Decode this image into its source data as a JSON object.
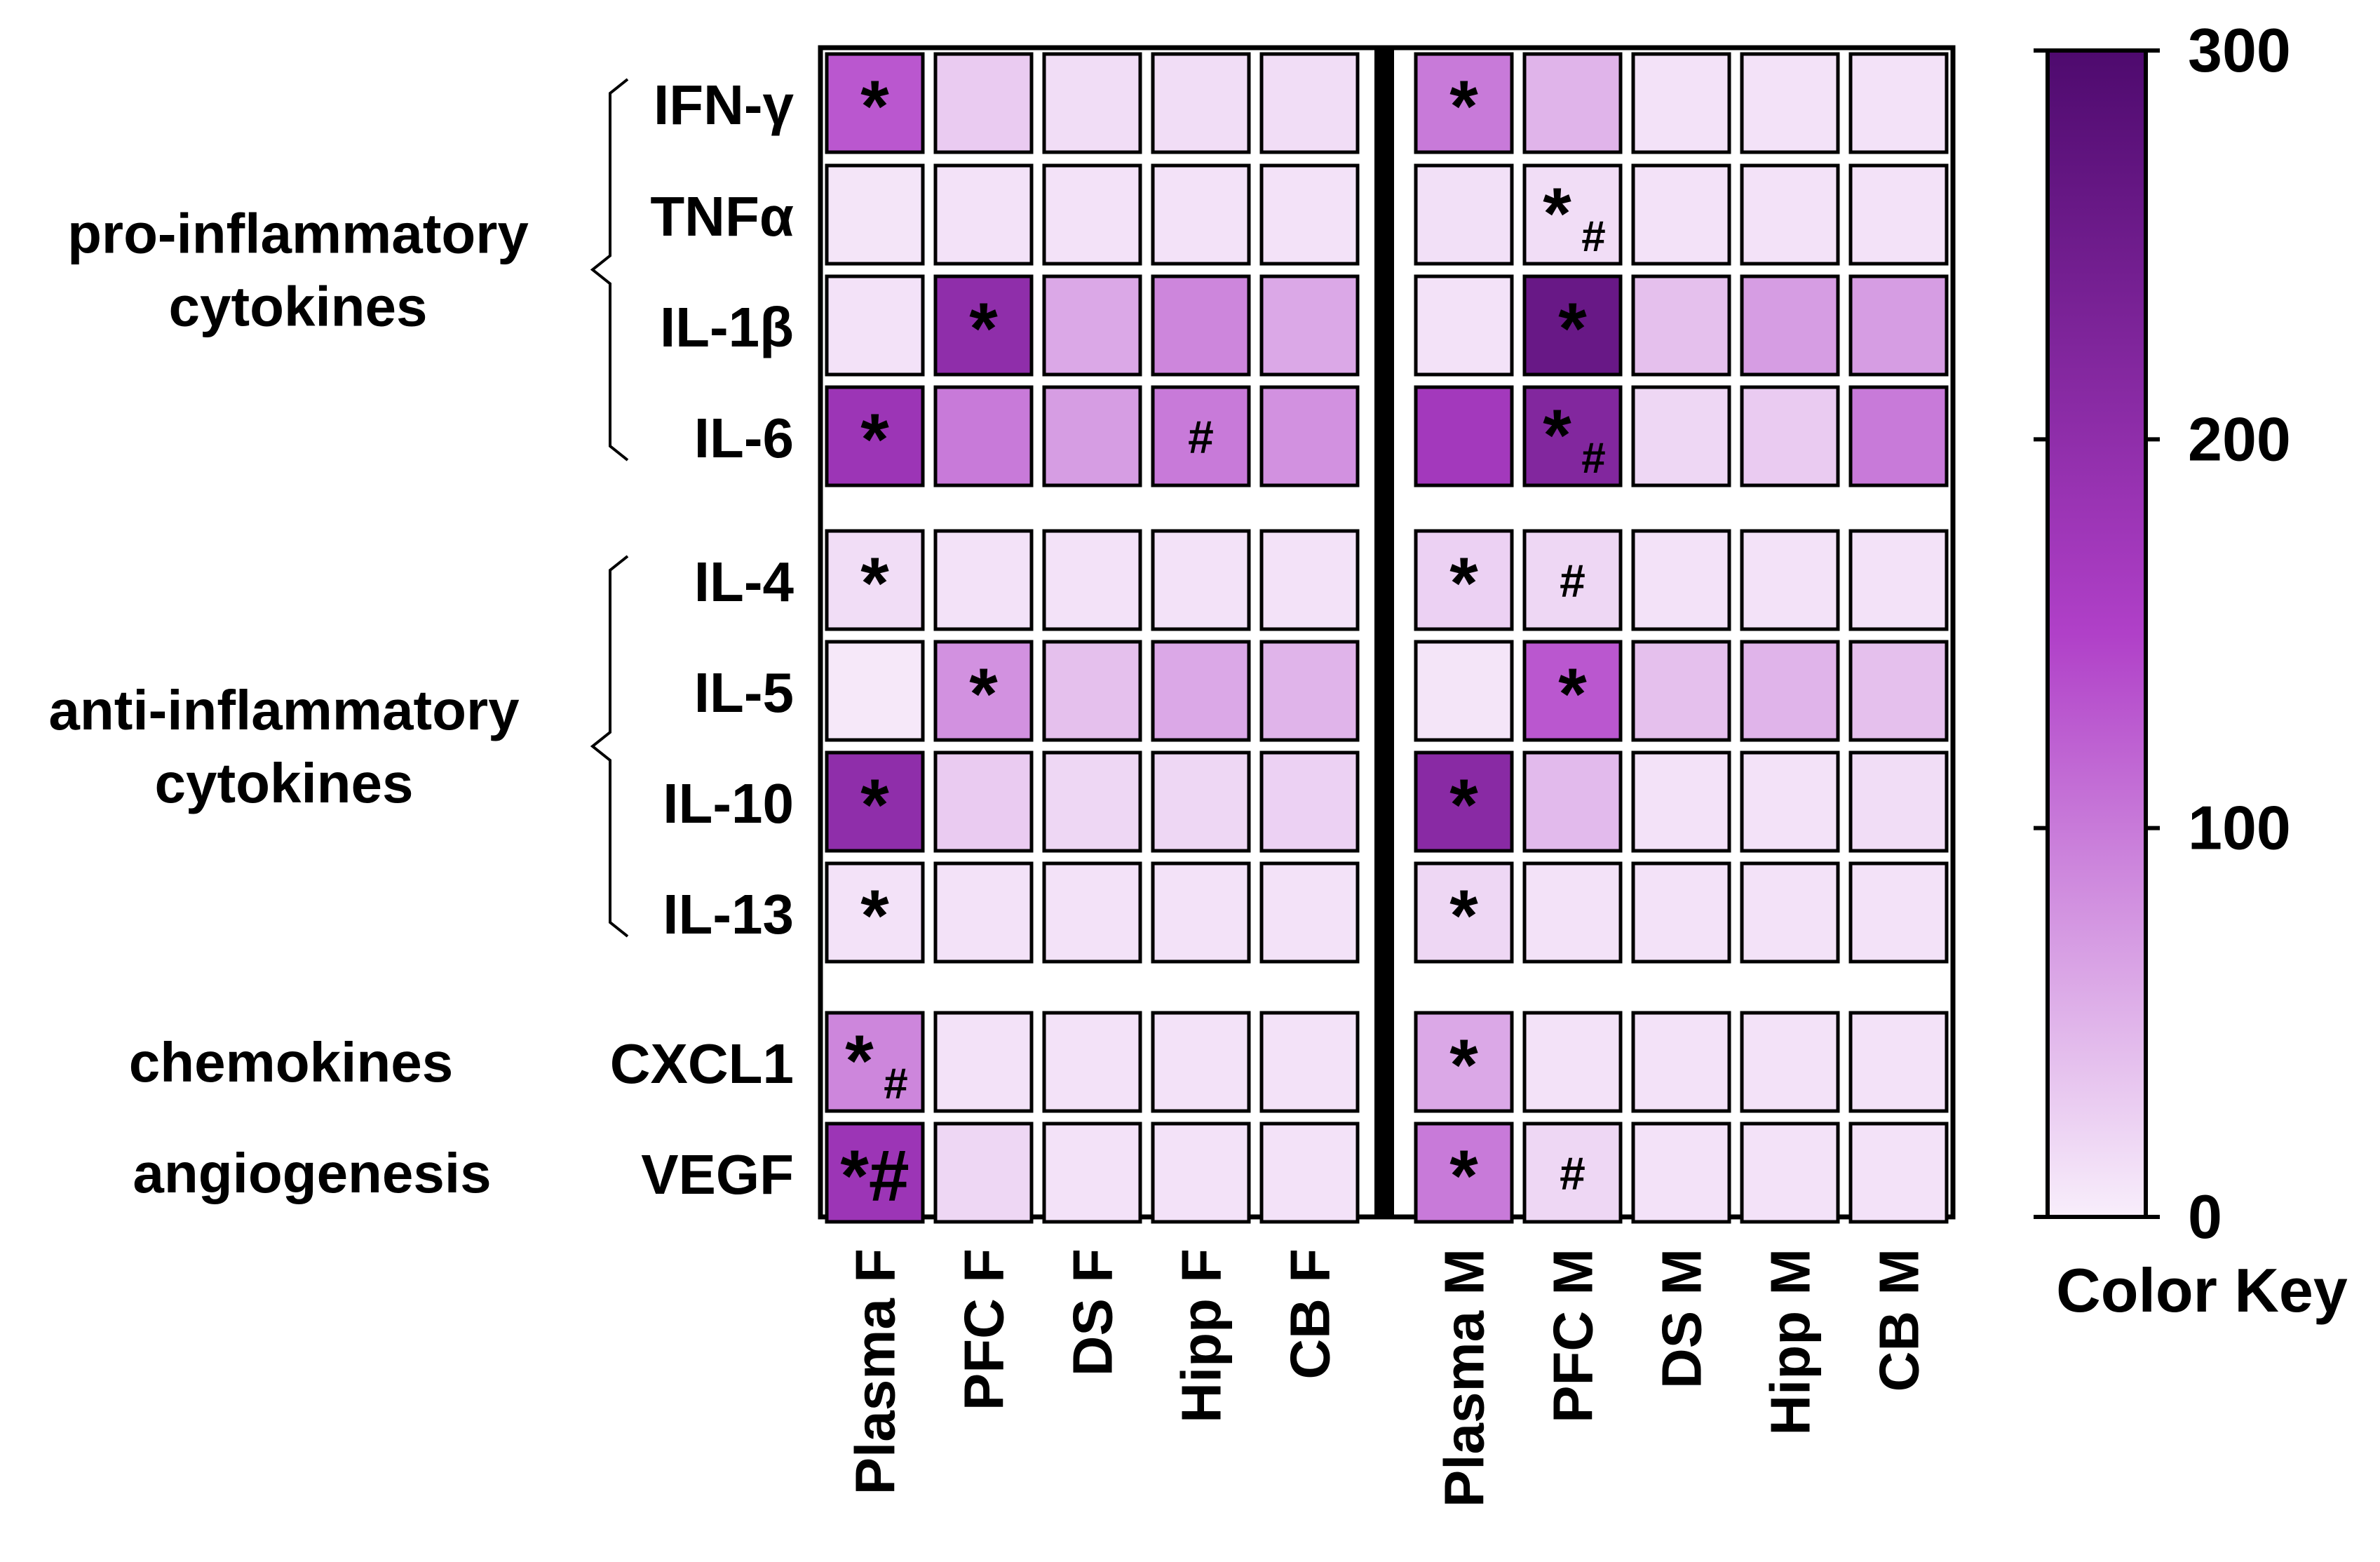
{
  "chart_data": {
    "type": "heatmap",
    "rows": [
      "IFN-γ",
      "TNFα",
      "IL-1β",
      "IL-6",
      "IL-4",
      "IL-5",
      "IL-10",
      "IL-13",
      "CXCL1",
      "VEGF"
    ],
    "columns": [
      "Plasma F",
      "PFC F",
      "DS F",
      "Hipp F",
      "CB F",
      "Plasma M",
      "PFC M",
      "DS M",
      "Hipp M",
      "CB M"
    ],
    "values": [
      [
        130,
        30,
        15,
        15,
        15,
        100,
        50,
        10,
        10,
        10
      ],
      [
        8,
        10,
        10,
        10,
        10,
        12,
        15,
        10,
        10,
        10
      ],
      [
        10,
        200,
        60,
        90,
        60,
        10,
        260,
        40,
        70,
        70
      ],
      [
        180,
        100,
        70,
        100,
        80,
        170,
        220,
        20,
        30,
        100
      ],
      [
        15,
        10,
        10,
        10,
        10,
        25,
        20,
        10,
        10,
        10
      ],
      [
        5,
        80,
        40,
        60,
        50,
        8,
        130,
        40,
        50,
        40
      ],
      [
        200,
        30,
        20,
        20,
        25,
        210,
        45,
        10,
        10,
        15
      ],
      [
        10,
        10,
        10,
        10,
        10,
        20,
        10,
        10,
        10,
        10
      ],
      [
        90,
        10,
        10,
        10,
        10,
        60,
        10,
        10,
        10,
        10
      ],
      [
        180,
        20,
        10,
        10,
        10,
        100,
        20,
        10,
        10,
        10
      ]
    ],
    "annotations": [
      {
        "row": 0,
        "col": 0,
        "text": "*",
        "color": "#ffffff"
      },
      {
        "row": 0,
        "col": 5,
        "text": "*",
        "color": "#ffffff"
      },
      {
        "row": 1,
        "col": 6,
        "text": "*",
        "sub": "#",
        "color": "#000000"
      },
      {
        "row": 2,
        "col": 1,
        "text": "*",
        "color": "#ffffff"
      },
      {
        "row": 2,
        "col": 6,
        "text": "*",
        "color": "#ffffff"
      },
      {
        "row": 3,
        "col": 0,
        "text": "*",
        "color": "#ffffff"
      },
      {
        "row": 3,
        "col": 3,
        "text": "#",
        "color": "#ffffff"
      },
      {
        "row": 3,
        "col": 6,
        "text": "*",
        "sub": "#",
        "color": "#ffffff"
      },
      {
        "row": 4,
        "col": 0,
        "text": "*",
        "color": "#000000"
      },
      {
        "row": 4,
        "col": 5,
        "text": "*",
        "color": "#000000"
      },
      {
        "row": 4,
        "col": 6,
        "text": "#",
        "color": "#000000"
      },
      {
        "row": 5,
        "col": 1,
        "text": "*",
        "color": "#000000"
      },
      {
        "row": 5,
        "col": 6,
        "text": "*",
        "color": "#ffffff"
      },
      {
        "row": 6,
        "col": 0,
        "text": "*",
        "color": "#ffffff"
      },
      {
        "row": 6,
        "col": 5,
        "text": "*",
        "color": "#ffffff"
      },
      {
        "row": 7,
        "col": 0,
        "text": "*",
        "color": "#000000"
      },
      {
        "row": 7,
        "col": 5,
        "text": "*",
        "color": "#000000"
      },
      {
        "row": 8,
        "col": 0,
        "text": "*",
        "sub": "#",
        "color": "#000000"
      },
      {
        "row": 8,
        "col": 5,
        "text": "*",
        "color": "#000000"
      },
      {
        "row": 9,
        "col": 0,
        "text": "*#",
        "color": "#ffffff"
      },
      {
        "row": 9,
        "col": 5,
        "text": "*",
        "color": "#ffffff"
      },
      {
        "row": 9,
        "col": 6,
        "text": "#",
        "color": "#000000"
      }
    ],
    "groups": [
      {
        "label_lines": [
          "pro-inflammatory",
          "cytokines"
        ],
        "rows": [
          0,
          3
        ],
        "bracket": true
      },
      {
        "label_lines": [
          "anti-inflammatory",
          "cytokines"
        ],
        "rows": [
          4,
          7
        ],
        "bracket": true
      },
      {
        "label_lines": [
          "chemokines"
        ],
        "rows": [
          8,
          8
        ],
        "bracket": false
      },
      {
        "label_lines": [
          "angiogenesis"
        ],
        "rows": [
          9,
          9
        ],
        "bracket": false
      }
    ],
    "colorbar": {
      "range": [
        0,
        300
      ],
      "ticks": [
        0,
        100,
        200,
        300
      ],
      "label": "Color Key",
      "colors": [
        "#f8eefb",
        "#b040c8",
        "#4e0a6e"
      ]
    }
  }
}
